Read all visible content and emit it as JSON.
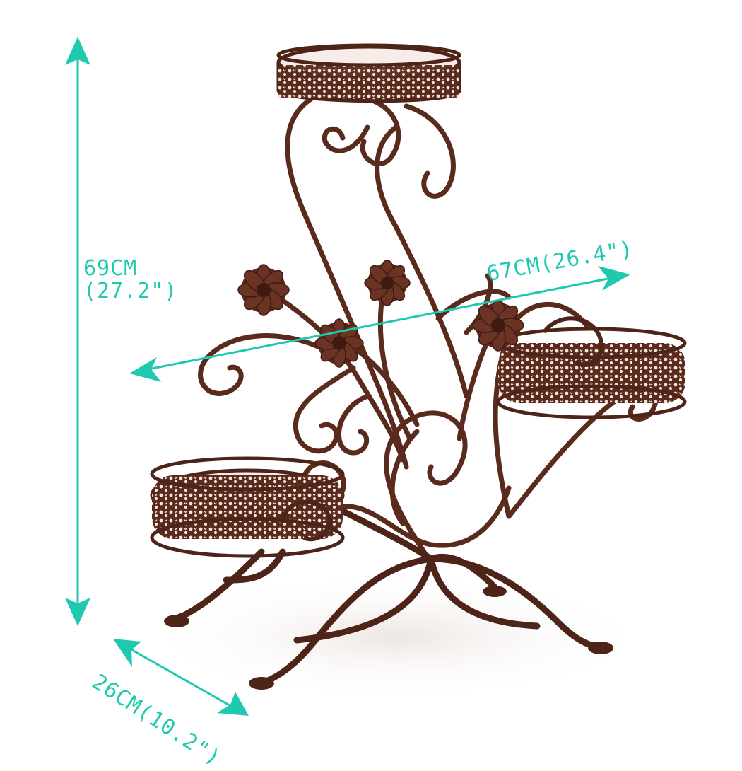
{
  "product": {
    "name": "3-tier metal plant stand",
    "finish_color": "#5a2a1c",
    "highlight_color": "#9a5a3e",
    "background_color": "#ffffff",
    "components": [
      "top-pot-ring",
      "left-pot-ring",
      "right-pot-ring",
      "scroll-frame",
      "flower-ornaments",
      "curved-legs"
    ]
  },
  "annotations": {
    "accent_color": "#1ec9b0",
    "height": {
      "line1": "69CM",
      "line2": "(27.2\")"
    },
    "width": {
      "label": "67CM(26.4\")"
    },
    "depth": {
      "label": "26CM(10.2\")"
    }
  }
}
